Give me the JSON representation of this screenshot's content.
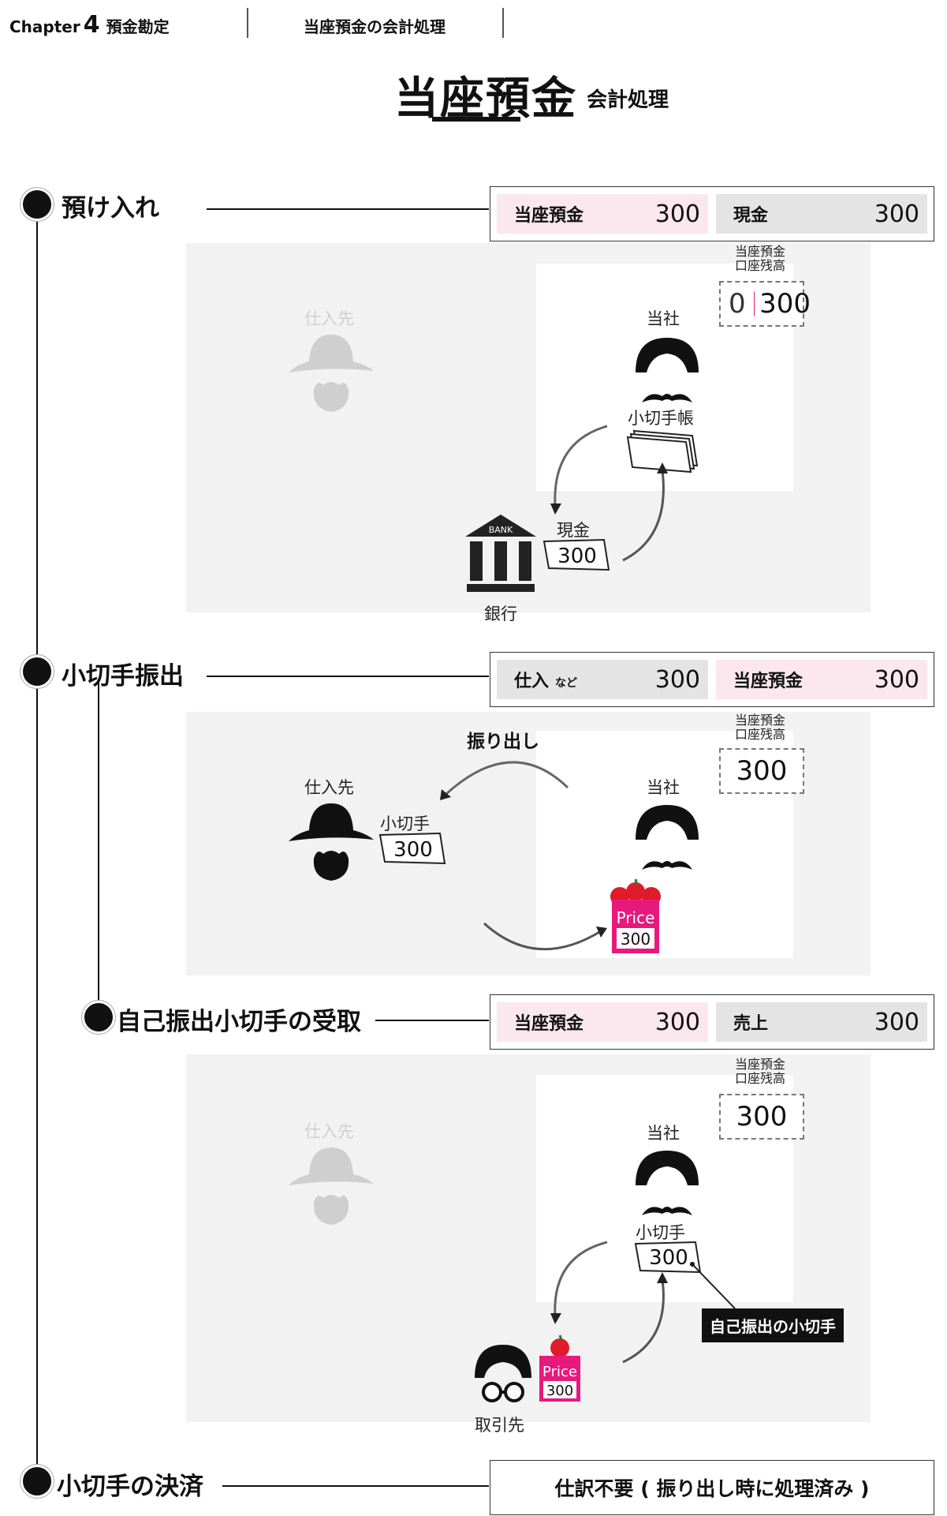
{
  "header": {
    "chapter_word": "Chapter",
    "chapter_num": "4",
    "chapter_title": "預金勘定",
    "section": "当座預金の会計処理"
  },
  "title": {
    "main": "当座預金",
    "sub": "会計処理"
  },
  "steps": [
    {
      "label": "預け入れ",
      "entry": [
        {
          "account": "当座預金",
          "value": "300"
        },
        {
          "account": "現金",
          "value": "300"
        }
      ],
      "balance_label": [
        "当座預金",
        "口座残高"
      ],
      "balance_from": "0",
      "balance_to": "300",
      "supplier_label": "仕入先",
      "company_label": "当社",
      "checkbook_label": "小切手帳",
      "cash_label": "現金",
      "cash_value": "300",
      "bank_sign": "BANK",
      "bank_label": "銀行"
    },
    {
      "label": "小切手振出",
      "entry": [
        {
          "account": "仕入",
          "suffix": "など",
          "value": "300"
        },
        {
          "account": "当座預金",
          "value": "300"
        }
      ],
      "balance_label": [
        "当座預金",
        "口座残高"
      ],
      "balance_value": "300",
      "issue_label": "振り出し",
      "supplier_label": "仕入先",
      "company_label": "当社",
      "check_label": "小切手",
      "check_value": "300",
      "price_word": "Price",
      "price_value": "300"
    },
    {
      "label": "自己振出小切手の受取",
      "entry": [
        {
          "account": "当座預金",
          "value": "300"
        },
        {
          "account": "売上",
          "value": "300"
        }
      ],
      "balance_label": [
        "当座預金",
        "口座残高"
      ],
      "balance_value": "300",
      "supplier_label": "仕入先",
      "company_label": "当社",
      "check_label": "小切手",
      "check_value": "300",
      "own_check_tag": "自己振出の小切手",
      "customer_label": "取引先",
      "price_word": "Price",
      "price_value": "300"
    },
    {
      "label": "小切手の決済",
      "note": "仕訳不要 ( 振り出し時に処理済み )"
    }
  ],
  "colors": {
    "pink_cell": "#fbe7ee",
    "gray_cell": "#e4e4e4",
    "accent": "#e8197c",
    "panel": "#f2f2f2"
  }
}
